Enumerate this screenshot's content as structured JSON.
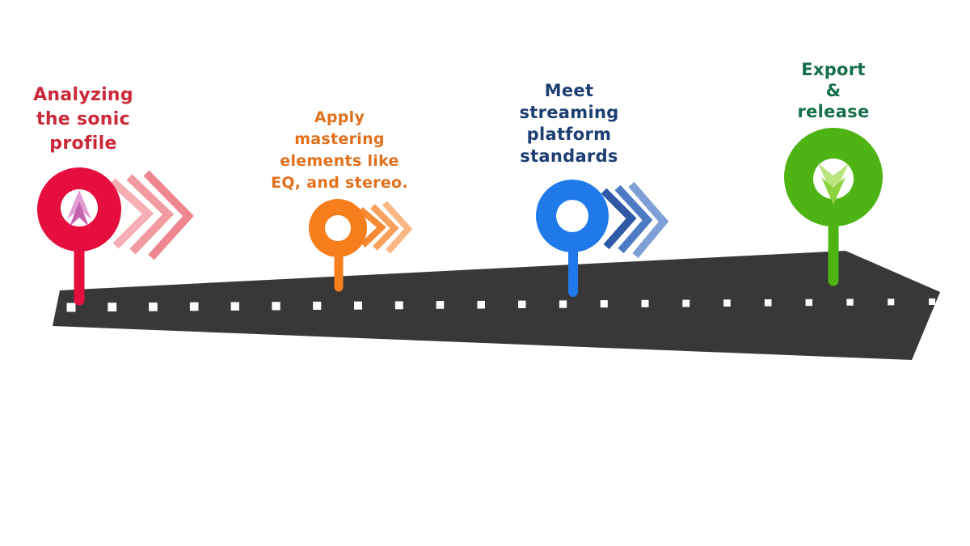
{
  "background_color": "#ffffff",
  "road": {
    "color": "#383838",
    "dash_color": "#fdfdfd",
    "dash_count": 22
  },
  "stages": [
    {
      "label": "Analyzing\nthe sonic\nprofile",
      "text_color": "#cb2839",
      "pin_color": "#e60e3e",
      "pin_symbol": "chevron-up",
      "symbol_colors": [
        "#e29cd4",
        "#c564ae"
      ],
      "chevron_colors": [
        "#f5aeb3",
        "#f19aa1",
        "#ee8590"
      ]
    },
    {
      "label": "Apply\nmastering\nelements like\nEQ, and stereo.",
      "text_color": "#e1701c",
      "pin_color": "#f67e1d",
      "pin_symbol": "none",
      "chevron_colors": [
        "#f68a33",
        "#f8a05c",
        "#fab786"
      ]
    },
    {
      "label": "Meet\nstreaming\nplatform\nstandards",
      "text_color": "#1d3e72",
      "pin_color": "#1f79e9",
      "pin_symbol": "none",
      "chevron_colors": [
        "#2e59a7",
        "#4d7ac5",
        "#7fa0d6"
      ]
    },
    {
      "label": "Export\n&\nrelease",
      "text_color": "#156f46",
      "pin_color": "#4db414",
      "pin_symbol": "chevron-down",
      "symbol_colors": [
        "#b9e47e",
        "#8bd23d"
      ]
    }
  ]
}
